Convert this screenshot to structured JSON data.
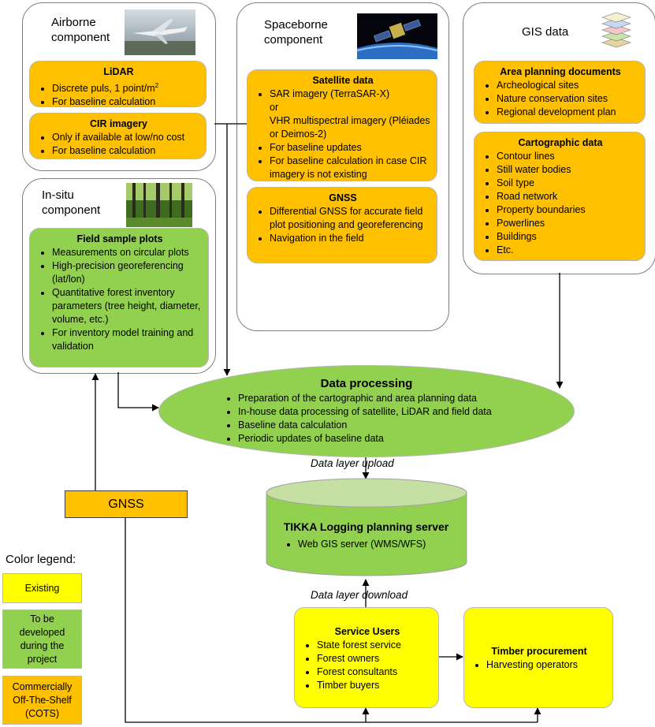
{
  "airborne": {
    "title": "Airborne component",
    "thumb_icon": "airplane-photo",
    "lidar": {
      "title": "LiDAR",
      "items": [
        "Discrete puls, 1 point/m",
        "For baseline calculation"
      ],
      "superscript": "2"
    },
    "cir": {
      "title": "CIR imagery",
      "items": [
        "Only if available at low/no cost",
        "For baseline calculation"
      ]
    }
  },
  "spaceborne": {
    "title": "Spaceborne component",
    "thumb_icon": "satellite-photo",
    "satellite": {
      "title": "Satellite data",
      "items": [
        "SAR imagery (TerraSAR-X)",
        "For baseline updates",
        "For baseline calculation in case CIR imagery is not existing"
      ],
      "or_text": "or",
      "vhr_text": "VHR multispectral imagery (Pléiades or Deimos-2)"
    },
    "gnss": {
      "title": "GNSS",
      "items": [
        "Differential GNSS for accurate field plot positioning and georeferencing",
        "Navigation in the field"
      ]
    }
  },
  "gis": {
    "title": "GIS data",
    "thumb_icon": "map-layers-icon",
    "area_planning": {
      "title": "Area planning documents",
      "items": [
        "Archeological sites",
        "Nature conservation sites",
        "Regional development plan"
      ]
    },
    "cartographic": {
      "title": "Cartographic data",
      "items": [
        "Contour lines",
        "Still water bodies",
        "Soil type",
        "Road network",
        "Property boundaries",
        "Powerlines",
        "Buildings",
        "Etc."
      ]
    }
  },
  "insitu": {
    "title": "In-situ component",
    "thumb_icon": "forest-photo",
    "field": {
      "title": "Field sample plots",
      "items": [
        "Measurements on circular plots",
        "High-precision georeferencing (lat/lon)",
        "Quantitative forest inventory parameters (tree height, diameter, volume, etc.)",
        "For inventory model training and validation"
      ]
    }
  },
  "processing": {
    "title": "Data processing",
    "items": [
      "Preparation of the cartographic and area planning data",
      "In-house data processing of satellite, LiDAR and field data",
      "Baseline data calculation",
      "Periodic updates of baseline data"
    ]
  },
  "upload_label": "Data layer upload",
  "download_label": "Data layer download",
  "server": {
    "title": "TIKKA Logging planning server",
    "items": [
      "Web GIS server (WMS/WFS)"
    ]
  },
  "gnss_bar": "GNSS",
  "service_users": {
    "title": "Service Users",
    "items": [
      "State forest service",
      "Forest owners",
      "Forest consultants",
      "Timber buyers"
    ]
  },
  "timber": {
    "title": "Timber procurement",
    "items": [
      "Harvesting operators"
    ]
  },
  "legend": {
    "title": "Color legend:",
    "items": [
      {
        "label": "Existing",
        "color": "#ffff00"
      },
      {
        "label": "To be developed during the project",
        "color": "#92d050"
      },
      {
        "label": "Commercially Off-The-Shelf (COTS)",
        "color": "#ffc000"
      }
    ]
  }
}
